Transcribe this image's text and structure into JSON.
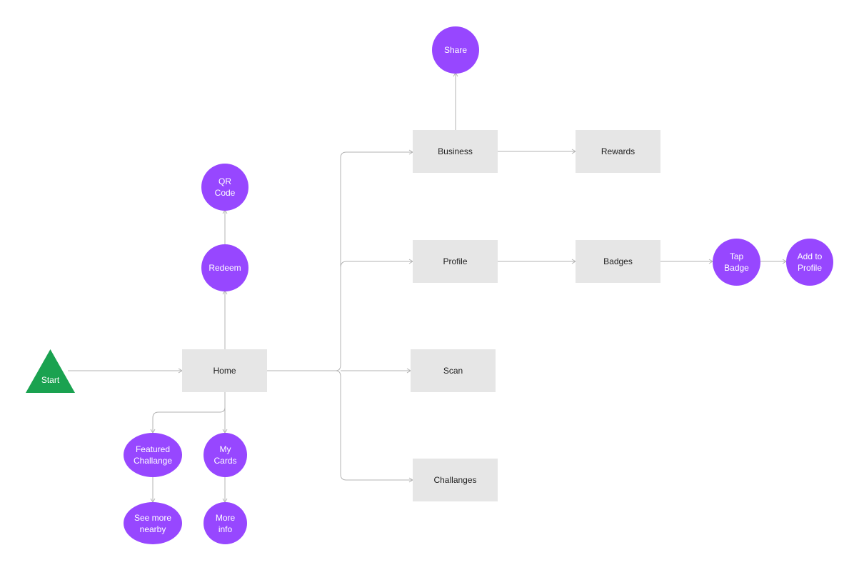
{
  "colors": {
    "rect_fill": "#e6e6e6",
    "circle_fill": "#9747ff",
    "start_fill": "#1aa250",
    "connector": "#b3b3b3"
  },
  "nodes": {
    "start": "Start",
    "home": "Home",
    "redeem": "Redeem",
    "qr_code": "QR\nCode",
    "featured_challange": "Featured\nChallange",
    "my_cards": "My\nCards",
    "see_more_nearby": "See more\nnearby",
    "more_info": "More\ninfo",
    "share": "Share",
    "business": "Business",
    "rewards": "Rewards",
    "profile": "Profile",
    "badges": "Badges",
    "tap_badge": "Tap\nBadge",
    "add_to_profile": "Add to\nProfile",
    "scan": "Scan",
    "challanges": "Challanges"
  }
}
